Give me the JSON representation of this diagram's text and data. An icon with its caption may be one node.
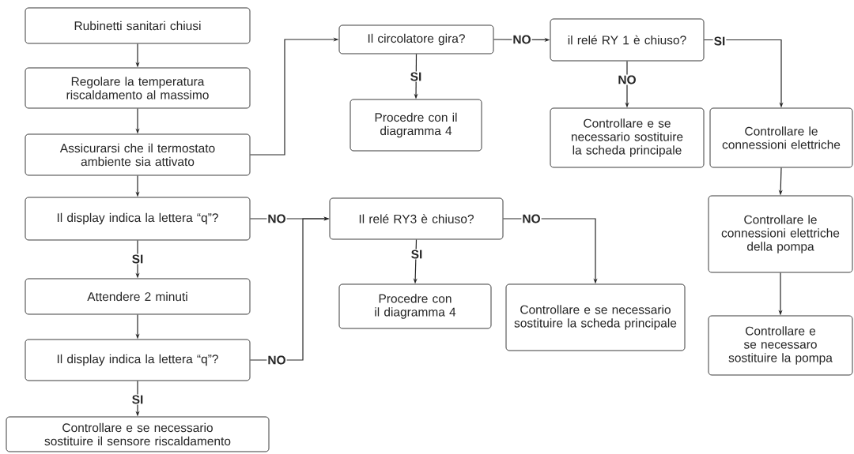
{
  "diagram": {
    "nodes": [
      {
        "text": [
          "Rubinetti sanitari chiusi"
        ]
      },
      {
        "text": [
          "Regolare la temperatura riscaldamento al massimo"
        ]
      },
      {
        "text": [
          "Assicurarsi che il termostato ambiente sia attivato"
        ]
      },
      {
        "text": [
          "Il display indica la lettera “q”?"
        ]
      },
      {
        "text": [
          "Attendere 2 minuti"
        ]
      },
      {
        "text": [
          "Il display indica la lettera “q”?"
        ]
      },
      {
        "text": [
          "Controllare e se necessario sostituire il sensore riscaldamento"
        ]
      },
      {
        "text": [
          "Il circolatore gira?"
        ]
      },
      {
        "text": [
          "Procedre con il diagramma 4"
        ]
      },
      {
        "text": [
          "il relé RY 1 è chiuso?"
        ]
      },
      {
        "text": [
          "Controllare e se necessario sostituire la scheda principale"
        ]
      },
      {
        "text": [
          "Controllare le connessioni elettriche"
        ]
      },
      {
        "text": [
          "Il relé RY3 è chiuso?"
        ]
      },
      {
        "text": [
          "Procedre con il diagramma 4"
        ]
      },
      {
        "text": [
          "Controllare e se necessario sostituire la scheda principale"
        ]
      },
      {
        "text": [
          "Controllare le connessioni elettriche della pompa"
        ]
      },
      {
        "text": [
          "Controllare e se necessaro sostituire la pompa"
        ]
      }
    ],
    "edges": [
      {
        "from": 0,
        "to": 1,
        "arrow": "to"
      },
      {
        "from": 1,
        "to": 2,
        "arrow": "to"
      },
      {
        "from": 2,
        "to": 7,
        "arrow": "to"
      },
      {
        "from": 2,
        "to": 3,
        "arrow": "to"
      },
      {
        "from": 7,
        "to": 8,
        "arrow": "to",
        "label": "SI"
      },
      {
        "from": 7,
        "to": 9,
        "arrow": "to",
        "label": "NO"
      },
      {
        "from": 9,
        "to": 10,
        "arrow": "to",
        "label": "NO"
      },
      {
        "from": 9,
        "to": 11,
        "arrow": "to",
        "label": "SI"
      },
      {
        "from": 3,
        "to": 12,
        "arrow": "to",
        "label": "NO"
      },
      {
        "from": 3,
        "to": 4,
        "arrow": "to",
        "label": "SI"
      },
      {
        "from": 12,
        "to": 13,
        "arrow": "to",
        "label": "SI"
      },
      {
        "from": 12,
        "to": 14,
        "arrow": "to",
        "label": "NO"
      },
      {
        "from": 11,
        "to": 15,
        "arrow": "to"
      },
      {
        "from": 4,
        "to": 5,
        "arrow": "to"
      },
      {
        "from": 5,
        "to": 12,
        "arrow": "to",
        "label": "NO"
      },
      {
        "from": 15,
        "to": 16,
        "arrow": "to"
      },
      {
        "from": 5,
        "to": 6,
        "arrow": "to",
        "label": "SI"
      }
    ]
  }
}
